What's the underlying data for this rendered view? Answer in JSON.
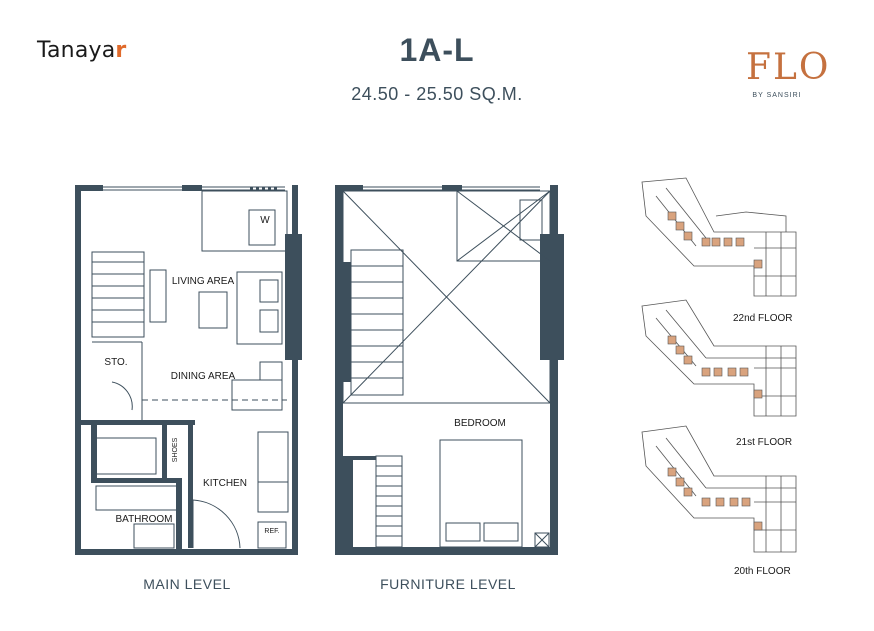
{
  "header": {
    "brand_left": "Tanaya",
    "brand_left_mark": "r",
    "unit_name": "1A-L",
    "area": "24.50 - 25.50 SQ.M.",
    "brand_right": "FLO",
    "brand_right_sub": "BY SANSIRI"
  },
  "main_level": {
    "caption": "MAIN LEVEL",
    "rooms": {
      "living": "LIVING AREA",
      "w": "W",
      "sto": "STO.",
      "dining": "DINING AREA",
      "shoes": "SHOES",
      "kitchen": "KITCHEN",
      "bathroom": "BATHROOM",
      "ref": "REF."
    }
  },
  "furniture_level": {
    "caption": "FURNITURE LEVEL",
    "rooms": {
      "bedroom": "BEDROOM"
    }
  },
  "keyplans": [
    {
      "label": "22nd FLOOR"
    },
    {
      "label": "21st FLOOR"
    },
    {
      "label": "20th FLOOR"
    }
  ],
  "colors": {
    "wall": "#3d4f5c",
    "accent": "#c5713f",
    "highlight": "#d9a37e"
  }
}
